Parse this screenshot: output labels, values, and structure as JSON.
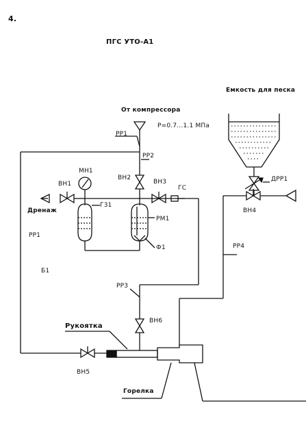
{
  "page_number": "4.",
  "header_title": "ПГС УТО-А1",
  "labels": {
    "compressor": "От компрессора",
    "pressure": "Р=0.7...1.1 МПа",
    "sand_tank": "Емкость для песка",
    "rr1_top": "РР1",
    "rr1_left": "РР1",
    "rr2": "РР2",
    "rr3": "РР3",
    "rr4": "РР4",
    "mn1": "МН1",
    "vn1": "ВН1",
    "vn2": "ВН2",
    "vn3": "ВН3",
    "vn4": "ВН4",
    "vn5": "ВН5",
    "vn6": "ВН6",
    "gs": "ГС",
    "drenazh": "Дренаж",
    "g31": "Г31",
    "rm1": "РМ1",
    "f1": "Ф1",
    "b1": "Б1",
    "drr1": "ДРР1",
    "handle": "Рукоятка",
    "burner": "Горелка"
  }
}
